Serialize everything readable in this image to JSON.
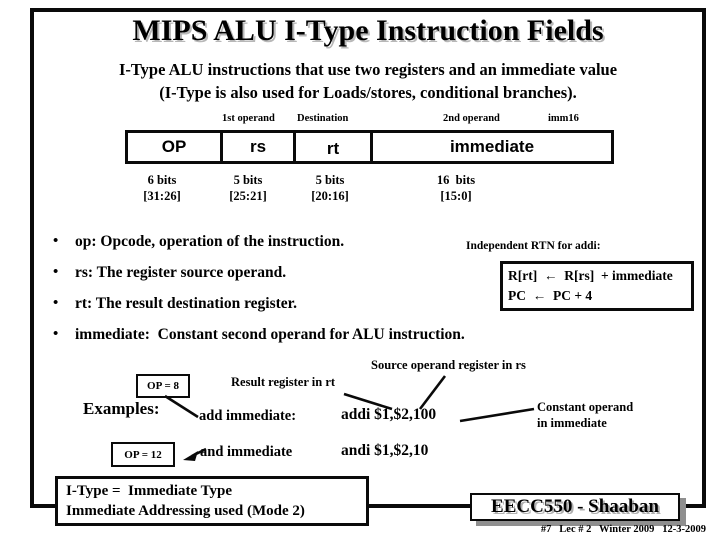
{
  "slide": {
    "title": "MIPS ALU I-Type Instruction Fields",
    "subtitle_line1": "I-Type ALU instructions that use two registers and an immediate value",
    "subtitle_line2": "(I-Type is also used for Loads/stores, conditional branches)."
  },
  "instruction_format": {
    "header_labels": [
      "1st operand",
      "Destination",
      "2nd operand",
      "imm16"
    ],
    "fields": [
      {
        "name": "OP",
        "bits": "6 bits",
        "range": "[31:26]"
      },
      {
        "name": "rs",
        "bits": "5 bits",
        "range": "[25:21]"
      },
      {
        "name": "rt",
        "bits": "5 bits",
        "range": "[20:16]"
      },
      {
        "name": "immediate",
        "bits": "16  bits",
        "range": "[15:0]"
      }
    ]
  },
  "bullets": [
    "op: Opcode, operation of the instruction.",
    "rs: The register source operand.",
    "rt: The result destination register.",
    "immediate:  Constant second operand for ALU instruction."
  ],
  "rtn": {
    "label": "Independent RTN for addi:",
    "line1": "R[rt]  ←  R[rs]  + immediate",
    "line2": "PC  ←  PC + 4"
  },
  "examples": {
    "heading": "Examples:",
    "callout_source": "Source operand register in rs",
    "callout_result": "Result register in rt",
    "callout_constant_line1": "Constant operand",
    "callout_constant_line2": "in immediate",
    "rows": [
      {
        "op_badge": "OP = 8",
        "name": "add immediate:",
        "code": "addi $1,$2,100"
      },
      {
        "op_badge": "OP = 12",
        "name": "and immediate",
        "code": "andi $1,$2,10"
      }
    ]
  },
  "footer": {
    "itype_line1": "I-Type =  Immediate Type",
    "itype_line2": "Immediate Addressing used (Mode 2)",
    "course_badge": "EECC550 - Shaaban",
    "lecture_info": "#7   Lec # 2   Winter 2009   12-3-2009"
  },
  "colors": {
    "ink": "#0a0a0a",
    "shadow_gray": "#8f8f8f",
    "title_shadow": "#b8b8b8",
    "background": "#ffffff"
  }
}
